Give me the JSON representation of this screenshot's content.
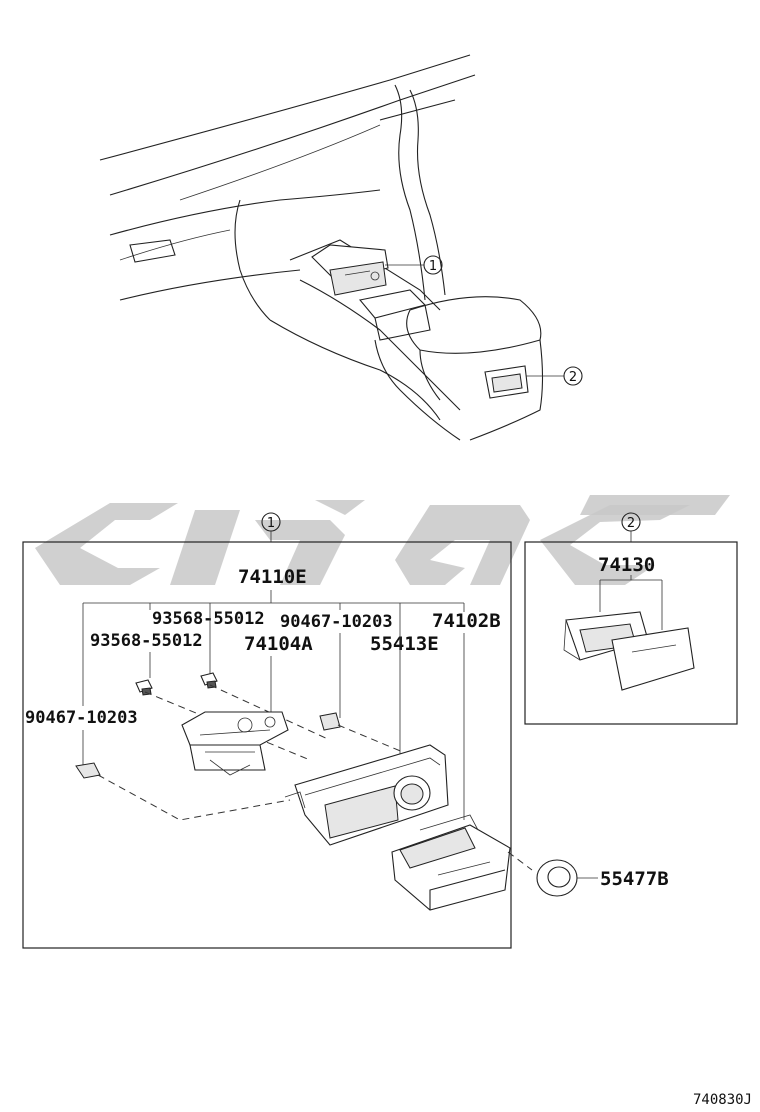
{
  "callouts": [
    {
      "id": "1",
      "text": "1"
    },
    {
      "id": "2",
      "text": "2"
    }
  ],
  "section1": {
    "callout": "1",
    "parts": {
      "p74110E": "74110E",
      "p93568_a": "93568-55012",
      "p90467_a": "90467-10203",
      "p74102B": "74102B",
      "p93568_b": "93568-55012",
      "p74104A": "74104A",
      "p55413E": "55413E",
      "p90467_b": "90467-10203"
    }
  },
  "section2": {
    "callout": "2",
    "part": "74130"
  },
  "standalone_part": "55477B",
  "diagram_ref": "740830J",
  "colors": {
    "line": "#222222",
    "watermark": "#c8c8c8"
  }
}
